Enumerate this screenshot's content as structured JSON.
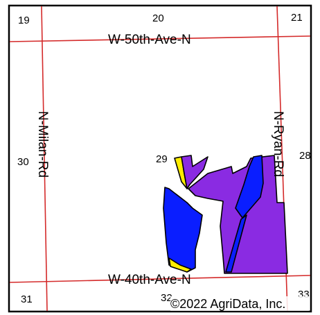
{
  "map": {
    "roads": {
      "north": "W-50th-Ave-N",
      "south": "W-40th-Ave-N",
      "west": "N-Milan-Rd",
      "east": "N-Ryan-Rd"
    },
    "sections": {
      "s19": "19",
      "s20": "20",
      "s21": "21",
      "s28": "28",
      "s29": "29",
      "s30": "30",
      "s31": "31",
      "s32": "32",
      "s33": "33"
    },
    "copyright": "©2022 AgriData, Inc.",
    "colors": {
      "road_line": "#d42a2a",
      "border": "#000000",
      "field_purple": "#8a2be2",
      "field_blue": "#0a1eff",
      "field_yellow": "#ffee00",
      "background": "#ffffff"
    }
  }
}
